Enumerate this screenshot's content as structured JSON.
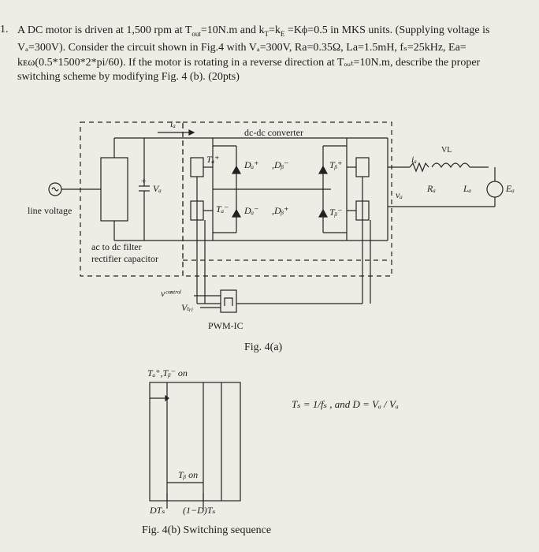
{
  "problem": {
    "number": "1.",
    "line1": "A DC motor is driven at 1,500 rpm at T",
    "line1_sub": "out",
    "line1_rest": "=10N.m and k",
    "line1_sub2": "T",
    "line1_rest2": "=k",
    "line1_sub3": "E",
    "line1_rest3": " =Kϕ=0.5 in MKS units. (Supplying voltage is",
    "line2": "Vₐ=300V). Consider the circuit shown in Fig.4 with Vₐ=300V, Ra=0.35Ω, La=1.5mH, fₛ=25kHz, Ea=",
    "line3": "kᴇω(0.5*1500*2*pi/60). If the motor is rotating in a reverse direction at Tₒᵤₜ=10N.m, describe the proper",
    "line4": "switching scheme by modifying Fig. 4 (b). (20pts)"
  },
  "fig4a": {
    "dcdc_label": "dc-dc converter",
    "id_label": "iₐ",
    "line_voltage": "line voltage",
    "acdc_label1": "ac to dc  filter",
    "acdc_label2": "rectifier  capacitor",
    "vd_label": "Vₐ",
    "plus": "+",
    "ta_plus": "Tₐ⁺",
    "da_plus": "Dₐ⁺",
    "db_minus": ",Dᵦ⁻",
    "tb_plus": "Tᵦ⁺",
    "ta_minus": "Tₐ⁻",
    "da_minus": "Dₐ⁻",
    "db_plus": ",Dᵦ⁺",
    "tb_minus": "Tᵦ⁻",
    "vl": "VL",
    "ia": "iₐ",
    "va": "vₐ",
    "ra": "Rₐ",
    "la": "Lₐ",
    "ea": "Eₐ",
    "vcontrol": "vᶜᵒⁿᵗʳᵒˡ",
    "vtri": "Vₜᵣᵢ",
    "pwm": "PWM-IC",
    "caption": "Fig. 4(a)"
  },
  "fig4b": {
    "top_label": "Tₐ⁺,Tᵦ⁻ on",
    "mid_label": "Tᵦ on",
    "dts": "DTₛ",
    "one_minus": "(1−D)Tₛ",
    "formula": "Tₛ = 1/fₛ , and D = Vₐ / Vₐ",
    "caption": "Fig. 4(b) Switching sequence"
  }
}
